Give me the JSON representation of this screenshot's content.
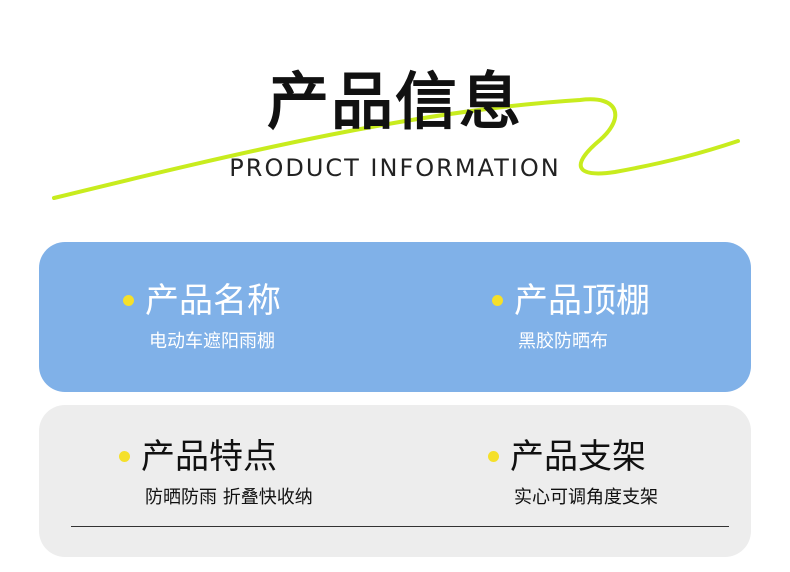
{
  "header": {
    "title": "产品信息",
    "subtitle": "PRODUCT INFORMATION"
  },
  "colors": {
    "accent_line": "#c8ec1e",
    "dot": "#f5e02a",
    "card_blue": "#80b1e8",
    "card_grey": "#ededed"
  },
  "cards": [
    {
      "items": [
        {
          "label": "产品名称",
          "value": "电动车遮阳雨棚"
        },
        {
          "label": "产品顶棚",
          "value": "黑胶防晒布"
        }
      ]
    },
    {
      "items": [
        {
          "label": "产品特点",
          "value": "防晒防雨 折叠快收纳"
        },
        {
          "label": "产品支架",
          "value": "实心可调角度支架"
        }
      ]
    }
  ]
}
